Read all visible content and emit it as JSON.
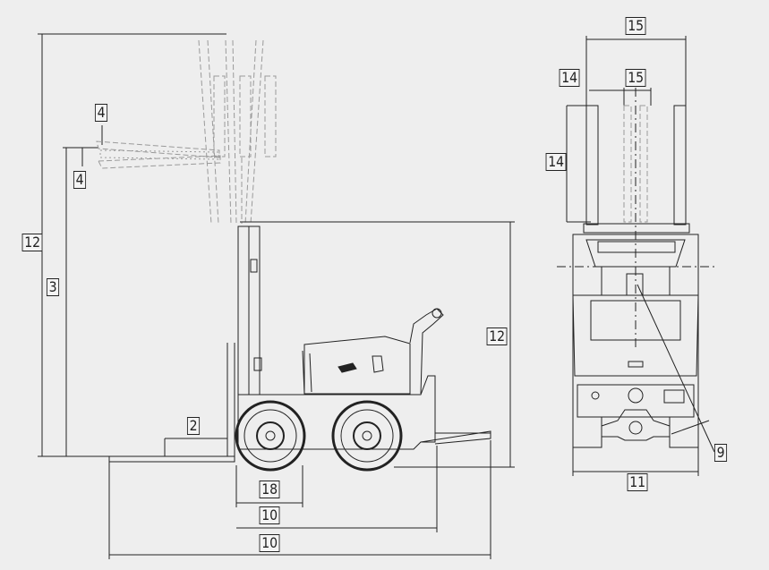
{
  "dimension_labels": {
    "side_total_height": "12",
    "side_fork_height": "3",
    "fork_tilt_up": "4",
    "fork_tilt_down": "4",
    "fork_thickness": "2",
    "side_machine_height": "12",
    "wheel_diameter": "18",
    "wheelbase": "10",
    "overall_length": "10",
    "front_outer_width": "15",
    "front_inner_width": "15",
    "front_offset": "14",
    "front_mast_height": "14",
    "front_body_width": "11",
    "callout": "9"
  },
  "colors": {
    "background": "#eeeeee",
    "line": "#222222",
    "ghost": "#9a9a9a"
  }
}
